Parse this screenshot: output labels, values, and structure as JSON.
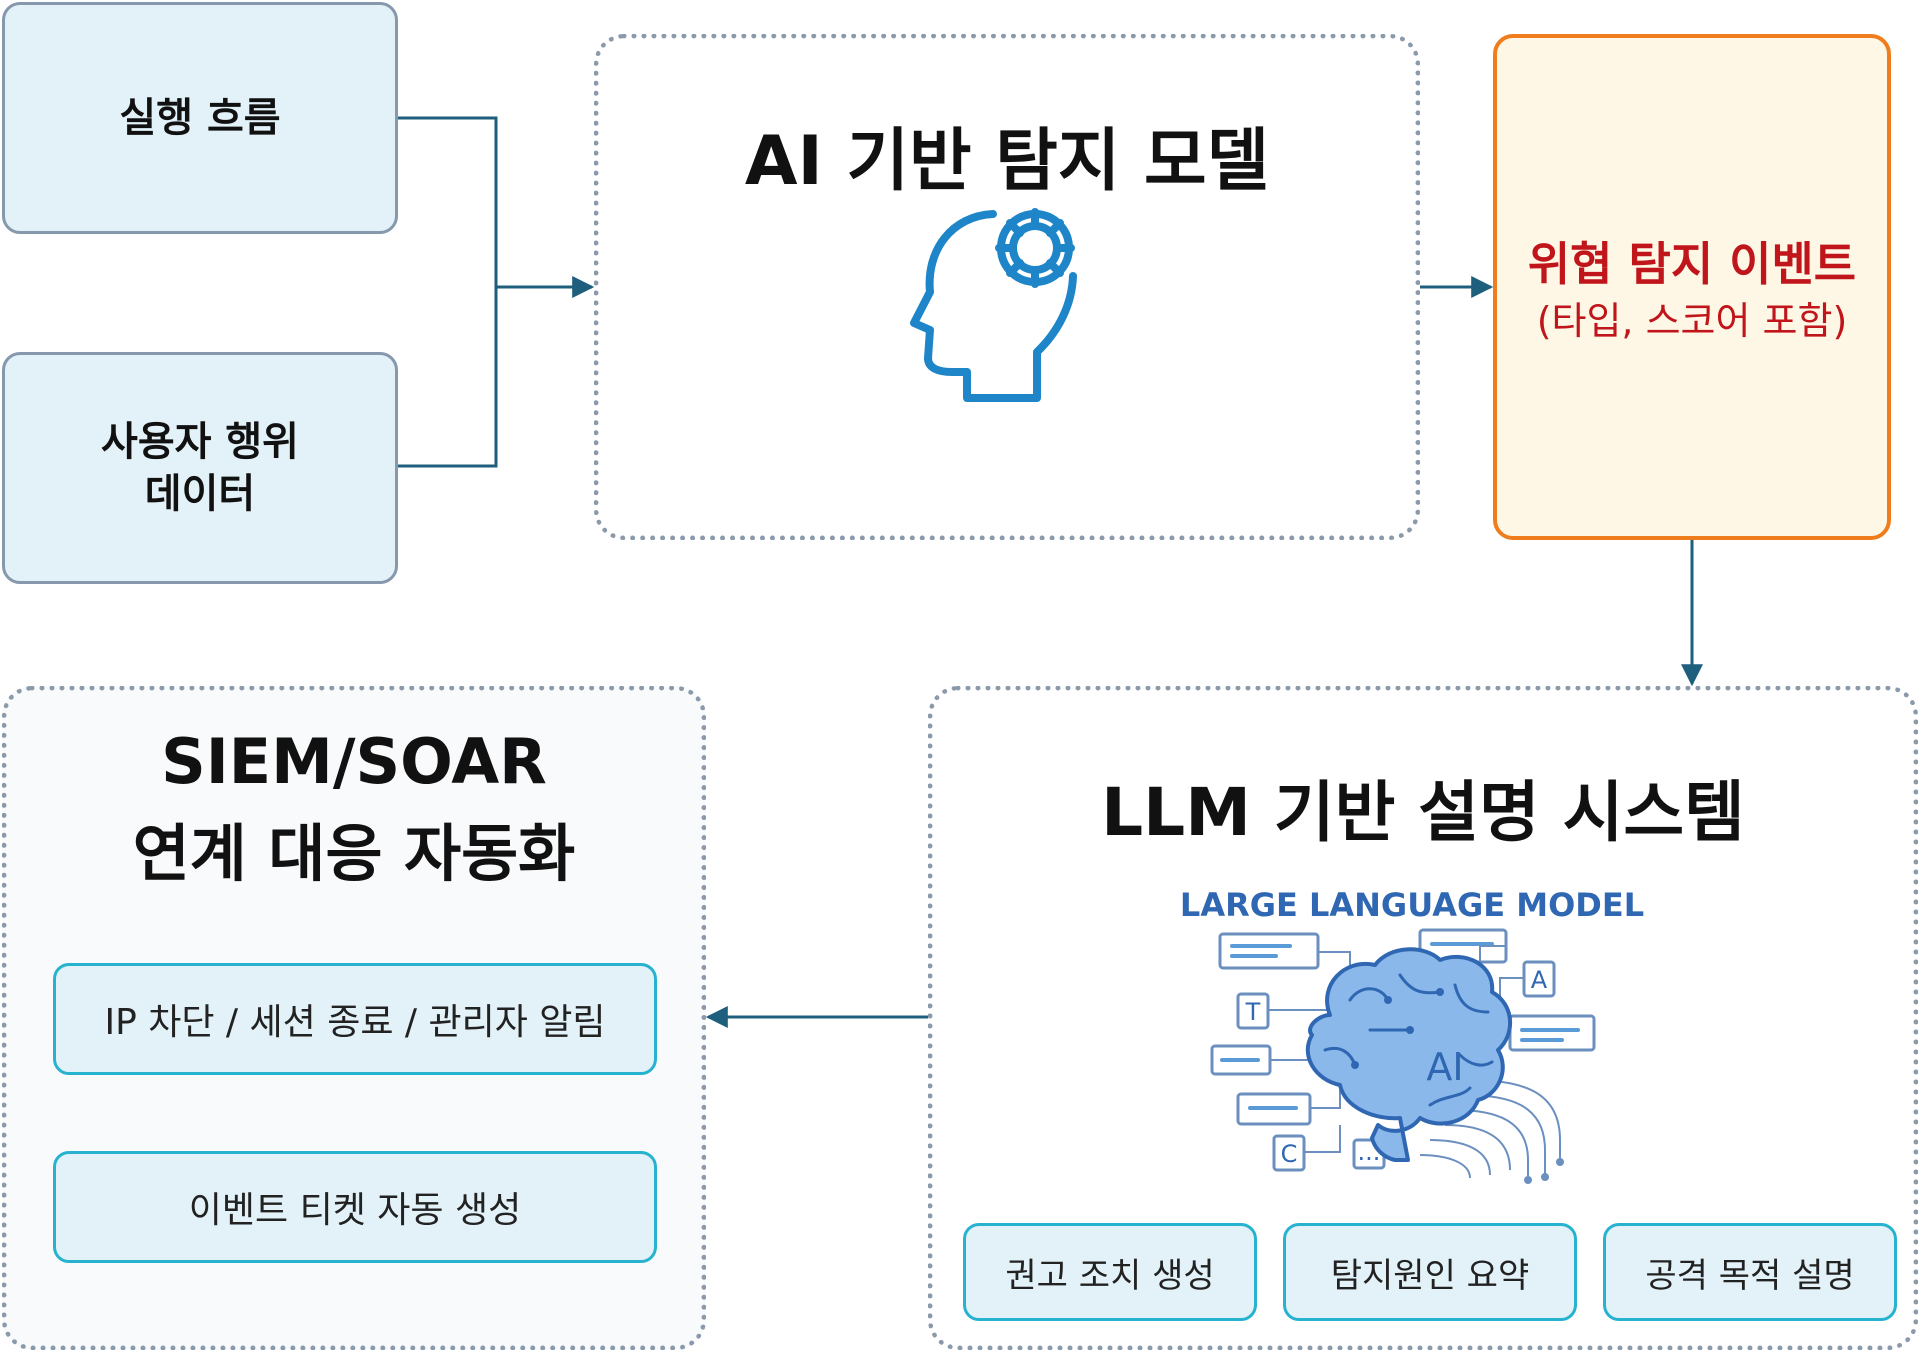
{
  "inputs": {
    "exec_flow": "실행 흐름",
    "user_behavior_line1": "사용자 행위",
    "user_behavior_line2": "데이터"
  },
  "ai_model": {
    "title": "AI 기반 탐지 모델",
    "icon": "head-gear-icon"
  },
  "threat_event": {
    "title": "위협 탐지 이벤트",
    "subtitle": "(타입, 스코어 포함)",
    "title_color": "#c0161b"
  },
  "siem": {
    "title_line1": "SIEM/SOAR",
    "title_line2": "연계 대응 자동화",
    "actions": [
      "IP 차단 / 세션 종료 / 관리자 알림",
      "이벤트 티켓 자동 생성"
    ]
  },
  "llm": {
    "title": "LLM 기반 설명 시스템",
    "illustration_caption": "LARGE LANGUAGE MODEL",
    "illustration_letters": [
      "T",
      "A",
      "C",
      "...",
      "AI"
    ],
    "icon": "ai-brain-icon",
    "outputs": [
      "권고 조치 생성",
      "탐지원인 요약",
      "공격 목적 설명"
    ]
  },
  "colors": {
    "arrow": "#1f5f7e",
    "icon_blue": "#1e86c8",
    "threat_border": "#f07d1d",
    "threat_bg": "#fff7e6",
    "llm_caption": "#2f67b2",
    "brain_fill": "#8ab8ea"
  }
}
